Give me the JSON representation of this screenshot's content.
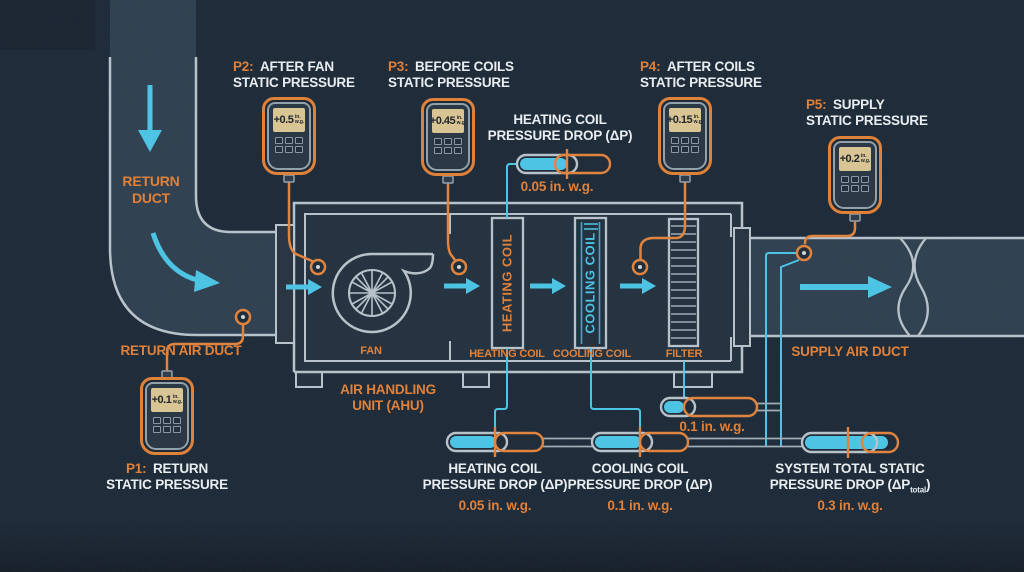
{
  "colors": {
    "background": "#1b2836",
    "duct_fill": "#2d3e4e",
    "outline_gray": "#b6c1c9",
    "orange": "#e0813a",
    "cyan": "#4ac3e4",
    "white_text": "#e9edf0",
    "gauge_screen": "#d9c494"
  },
  "gauges": [
    {
      "name": "p1",
      "label_prefix": "P1:",
      "label_rest": "RETURN",
      "label_line2": "STATIC PRESSURE",
      "value": "+0.1",
      "unit_line1": "in.",
      "unit_line2": "w.g."
    },
    {
      "name": "p2",
      "label_prefix": "P2:",
      "label_rest": "AFTER FAN",
      "label_line2": "STATIC PRESSURE",
      "value": "+0.5",
      "unit_line1": "in.",
      "unit_line2": "w.g."
    },
    {
      "name": "p3",
      "label_prefix": "P3:",
      "label_rest": "BEFORE COILS",
      "label_line2": "STATIC PRESSURE",
      "value": "+0.45",
      "unit_line1": "in.",
      "unit_line2": "w.g."
    },
    {
      "name": "p4",
      "label_prefix": "P4:",
      "label_rest": "AFTER COILS",
      "label_line2": "STATIC PRESSURE",
      "value": "+0.15",
      "unit_line1": "in.",
      "unit_line2": "w.g."
    },
    {
      "name": "p5",
      "label_prefix": "P5:",
      "label_rest": "SUPPLY",
      "label_line2": "STATIC PRESSURE",
      "value": "+0.2",
      "unit_line1": "in.",
      "unit_line2": "w.g."
    }
  ],
  "ducts": {
    "return_duct": "RETURN\nDUCT",
    "return_air_duct": "RETURN AIR DUCT",
    "supply_air_duct": "SUPPLY AIR DUCT"
  },
  "ahu": {
    "label": "AIR HANDLING\nUNIT (AHU)",
    "fan": "FAN",
    "heating_coil": "HEATING COIL",
    "cooling_coil": "COOLING COIL",
    "filter": "FILTER",
    "heating_coil_vertical": "HEATING COIL",
    "cooling_coil_vertical": "COOLING COIL"
  },
  "pressure_drops": {
    "heating_top": {
      "label_line1": "HEATING COIL",
      "label_line2": "PRESSURE DROP (ΔP)",
      "value": "0.05 in. w.g."
    },
    "filter": {
      "value": "0.1 in. w.g."
    },
    "heating_bottom": {
      "label_line1": "HEATING COIL",
      "label_line2": "PRESSURE DROP (ΔP)",
      "value": "0.05 in. w.g."
    },
    "cooling": {
      "label_line1": "COOLING COIL",
      "label_line2": "PRESSURE DROP (ΔP)",
      "value": "0.1 in. w.g."
    },
    "system_total": {
      "label_line1": "SYSTEM TOTAL STATIC",
      "label_line2_pre": "PRESSURE DROP (ΔP",
      "label_sub": "total",
      "label_line2_post": ")",
      "value": "0.3 in. w.g."
    }
  }
}
